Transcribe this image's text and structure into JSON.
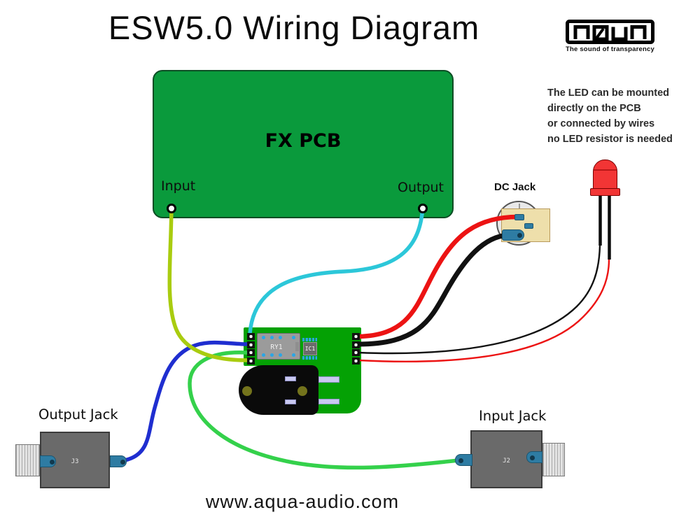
{
  "title": "ESW5.0 Wiring Diagram",
  "logo": {
    "brand": "AQUA",
    "tagline": "The sound of transparency"
  },
  "note": {
    "lines": [
      "The LED can be mounted",
      "directly on the PCB",
      "or connected by wires",
      "no LED resistor is needed"
    ]
  },
  "fx_pcb": {
    "label": "FX PCB",
    "input_label": "Input",
    "output_label": "Output"
  },
  "dc_jack": {
    "label": "DC Jack"
  },
  "relay_board": {
    "relay_label": "RY1",
    "ic_label": "IC1"
  },
  "output_jack": {
    "label": "Output Jack",
    "designator": "J3"
  },
  "input_jack": {
    "label": "Input Jack",
    "designator": "J2"
  },
  "footer": {
    "website": "www.aqua-audio.com"
  },
  "wires": [
    {
      "name": "fx-input-wire",
      "color_name": "chartreuse"
    },
    {
      "name": "fx-output-wire",
      "color_name": "cyan"
    },
    {
      "name": "output-jack-wire",
      "color_name": "blue"
    },
    {
      "name": "input-jack-wire",
      "color_name": "green"
    },
    {
      "name": "dc-positive-wire",
      "color_name": "red"
    },
    {
      "name": "dc-ground-wire",
      "color_name": "black"
    },
    {
      "name": "led-wire-1",
      "color_name": "black"
    },
    {
      "name": "led-wire-2",
      "color_name": "red"
    }
  ],
  "colors": {
    "fx_pcb_green": "#0a9a3c",
    "relay_green": "#04a104",
    "wire_chartreuse": "#a9cc0f",
    "wire_cyan": "#2cc7d9",
    "wire_blue": "#1f2ed0",
    "wire_green": "#34d14b",
    "wire_red": "#ec1313",
    "wire_black": "#111111",
    "led_red": "#f23535",
    "jack_gray": "#6a6a6a",
    "lug_teal": "#2e7ca3",
    "dc_beige": "#eedfab",
    "dc_circle": "#e9e9e9",
    "pad_lavender": "#c9c9f0",
    "olive": "#73731c",
    "relay_gray": "#9b9b9b",
    "pin_blue": "#2aa6e6"
  }
}
